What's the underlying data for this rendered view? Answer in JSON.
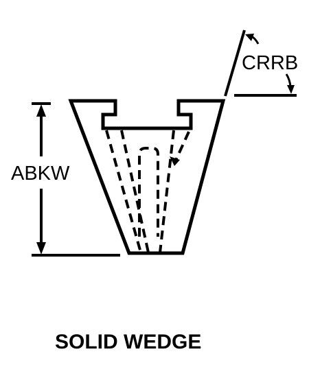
{
  "diagram": {
    "labels": {
      "angle_label": "CRRB",
      "height_label": "ABKW",
      "caption": "SOLID WEDGE"
    },
    "colors": {
      "line": "#000000",
      "background": "#ffffff"
    }
  }
}
